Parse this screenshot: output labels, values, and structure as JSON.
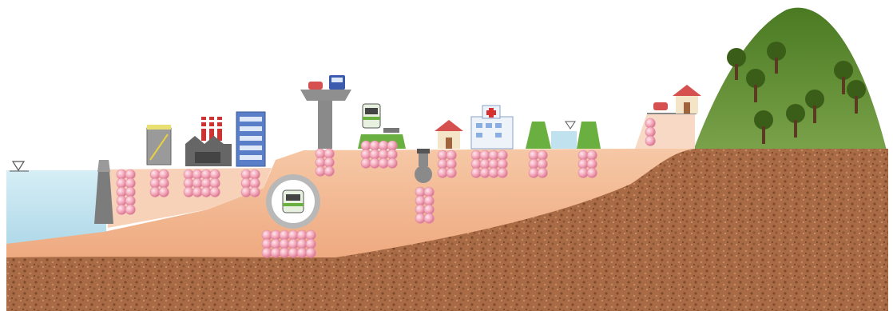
{
  "diagram": {
    "elements": [
      {
        "kind": "water-level-marker",
        "icon": "inverted-triangle-icon"
      },
      {
        "kind": "seawall"
      },
      {
        "kind": "storage-tank"
      },
      {
        "kind": "factory"
      },
      {
        "kind": "office-building"
      },
      {
        "kind": "elevated-highway",
        "vehicles": [
          "car",
          "truck"
        ]
      },
      {
        "kind": "shield-tunnel",
        "vehicle": "train"
      },
      {
        "kind": "railway-embankment",
        "vehicle": "train"
      },
      {
        "kind": "buried-pipeline"
      },
      {
        "kind": "house"
      },
      {
        "kind": "hospital"
      },
      {
        "kind": "reservoir-dike",
        "icon": "inverted-triangle-icon"
      },
      {
        "kind": "hillside-house",
        "vehicle": "car"
      },
      {
        "kind": "forested-hill",
        "tree_count": 8
      }
    ],
    "colors": {
      "sky": "#ffffff",
      "sea": "#bfe2ee",
      "fill_ground": "#f2b48e",
      "bedrock": "#a86b45",
      "hill_green": "#5e8a32",
      "ground_improvement": "#f2a6b8",
      "structure_gray": "#8f8f8f"
    }
  }
}
